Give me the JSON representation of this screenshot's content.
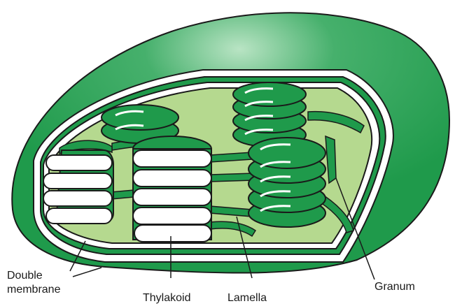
{
  "diagram": {
    "labels": {
      "double_membrane_line1": "Double",
      "double_membrane_line2": "membrane",
      "thylakoid": "Thylakoid",
      "lamella": "Lamella",
      "granum": "Granum"
    },
    "colors": {
      "outer_green": "#1f9a4b",
      "highlight_green": "#9cd8ad",
      "stroma": "#b5d98f",
      "outline": "#1a1a1a",
      "thylakoid_face": "#ffffff"
    }
  }
}
